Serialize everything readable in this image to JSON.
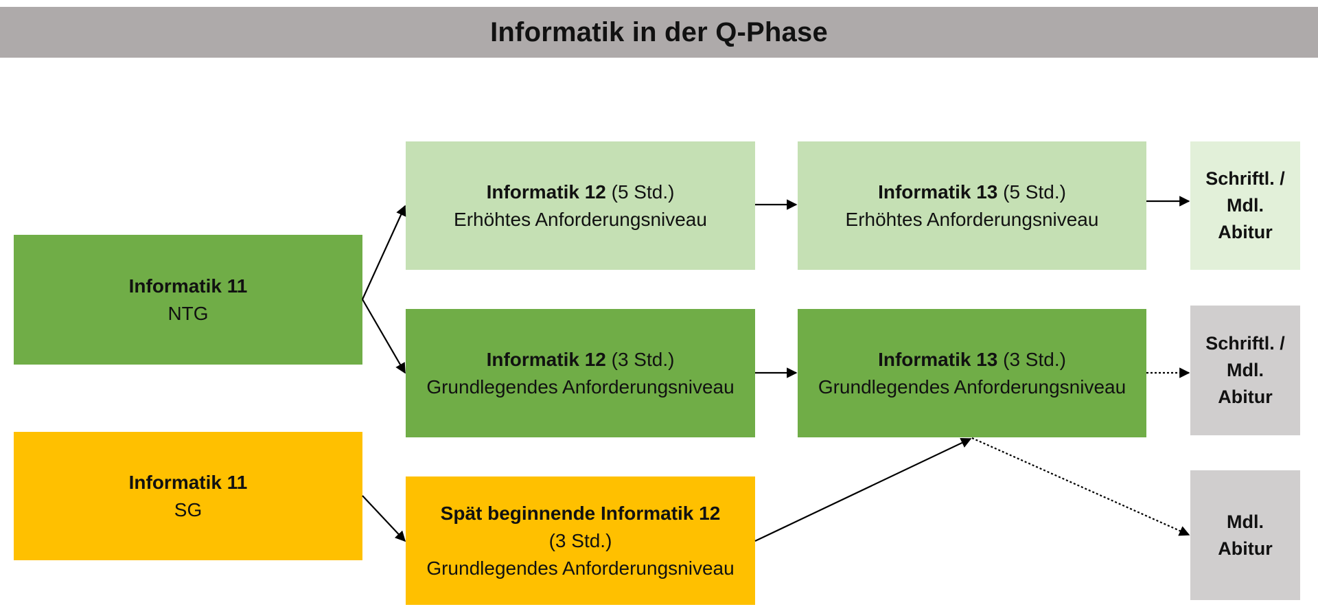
{
  "title": "Informatik in der Q-Phase",
  "boxes": {
    "inf11_ntg": {
      "heading": "Informatik 11",
      "sub": "NTG"
    },
    "inf11_sg": {
      "heading": "Informatik 11",
      "sub": "SG"
    },
    "inf12_erhoeht": {
      "heading": "Informatik 12",
      "hours": " (5 Std.)",
      "level": "Erhöhtes Anforderungsniveau"
    },
    "inf12_grundl": {
      "heading": "Informatik 12",
      "hours": " (3 Std.)",
      "level": "Grundlegendes Anforderungsniveau"
    },
    "inf12_spaet": {
      "heading": "Spät beginnende Informatik 12",
      "hours": "(3 Std.)",
      "level": "Grundlegendes Anforderungsniveau"
    },
    "inf13_erhoeht": {
      "heading": "Informatik 13",
      "hours": " (5 Std.)",
      "level": "Erhöhtes Anforderungsniveau"
    },
    "inf13_grundl": {
      "heading": "Informatik 13",
      "hours": " (3 Std.)",
      "level": "Grundlegendes Anforderungsniveau"
    },
    "abitur_erhoeht": {
      "line1": "Schriftl. /",
      "line2": "Mdl.",
      "line3": "Abitur"
    },
    "abitur_grundl": {
      "line1": "Schriftl. /",
      "line2": "Mdl.",
      "line3": "Abitur"
    },
    "abitur_mdl": {
      "line1": "Mdl.",
      "line2": "Abitur"
    }
  },
  "colors": {
    "title_bar": "#aeaaaa",
    "green_dark": "#70ad47",
    "green_light": "#c5e0b4",
    "green_pale": "#e2f0d9",
    "yellow": "#ffc000",
    "grey": "#d0cece",
    "arrow": "#000000"
  }
}
